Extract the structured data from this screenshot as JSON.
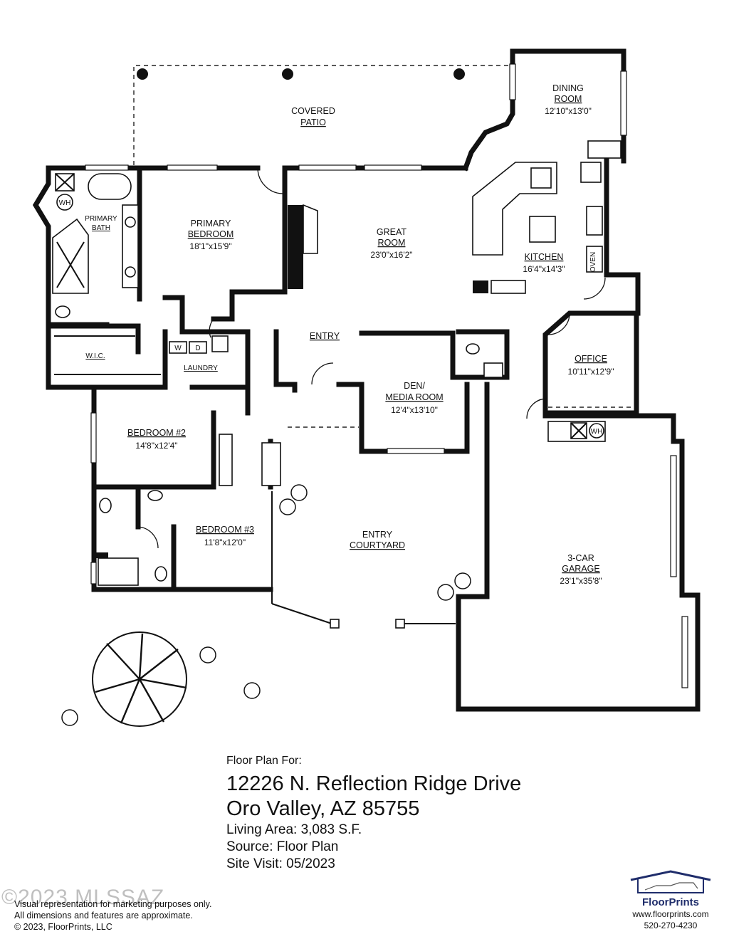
{
  "rooms": {
    "covered_patio": [
      "COVERED",
      "PATIO"
    ],
    "dining_room": [
      "DINING",
      "ROOM"
    ],
    "dining_dims": "12'10\"x13'0\"",
    "primary_bath": [
      "PRIMARY",
      "BATH"
    ],
    "primary_bedroom": [
      "PRIMARY",
      "BEDROOM"
    ],
    "primary_bedroom_dims": "18'1\"x15'9\"",
    "great_room": [
      "GREAT",
      "ROOM"
    ],
    "great_room_dims": "23'0\"x16'2\"",
    "kitchen": "KITCHEN",
    "kitchen_dims": "16'4\"x14'3\"",
    "oven": "OVEN",
    "wh": "WH",
    "wic": "W.I.C.",
    "laundry": "LAUNDRY",
    "washer": "W",
    "dryer": "D",
    "entry": "ENTRY",
    "den": [
      "DEN/",
      "MEDIA ROOM"
    ],
    "den_dims": "12'4\"x13'10\"",
    "office": "OFFICE",
    "office_dims": "10'11\"x12'9\"",
    "bedroom2": "BEDROOM #2",
    "bedroom2_dims": "14'8\"x12'4\"",
    "bedroom3": "BEDROOM #3",
    "bedroom3_dims": "11'8\"x12'0\"",
    "entry_courtyard": [
      "ENTRY",
      "COURTYARD"
    ],
    "garage": [
      "3-CAR",
      "GARAGE"
    ],
    "garage_dims": "23'1\"x35'8\""
  },
  "info": {
    "header": "Floor Plan For:",
    "address_line1": "12226 N. Reflection Ridge Drive",
    "address_line2": "Oro Valley, AZ  85755",
    "living_area": "Living Area:  3,083 S.F.",
    "source": "Source:  Floor Plan",
    "site_visit": "Site Visit:  05/2023"
  },
  "legal": {
    "line1": "Visual representation for marketing purposes only.",
    "line2": "All dimensions and features are approximate.",
    "line3": "© 2023, FloorPrints, LLC"
  },
  "watermark": "©2023 MLSSAZ",
  "brand": {
    "name": "FloorPrints",
    "url": "www.floorprints.com",
    "phone": "520-270-4230",
    "color": "#1f2d6b"
  }
}
